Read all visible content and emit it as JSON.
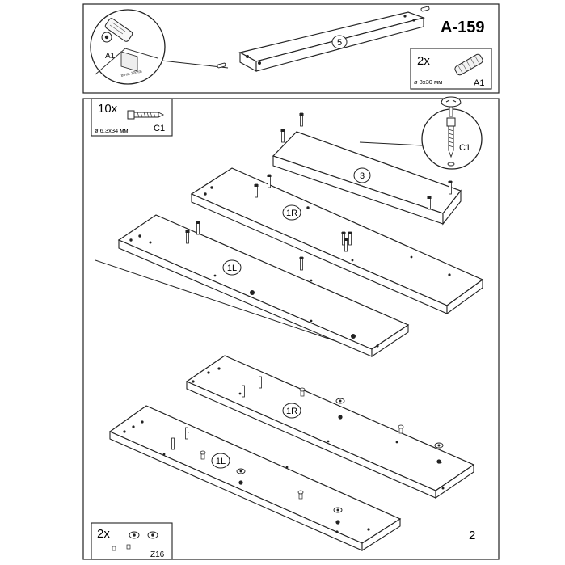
{
  "header": {
    "model_code": "A-159",
    "panel_label": "5",
    "dowel_callout_label": "A1",
    "dowel_callout_dims": "8mm   10mm"
  },
  "dowel_box": {
    "quantity": "2x",
    "size": "ø 8x30 мм",
    "code": "A1"
  },
  "screw_box": {
    "quantity": "10x",
    "size": "ø 6.3x34 мм",
    "code": "C1"
  },
  "screw_callout": {
    "code": "C1"
  },
  "panels_top": {
    "panel_3": "3",
    "panel_1r": "1R",
    "panel_1l": "1L"
  },
  "panels_bottom": {
    "panel_1r": "1R",
    "panel_1l": "1L"
  },
  "glide_box": {
    "quantity": "2x",
    "code": "Z16"
  },
  "page": {
    "number": "2"
  }
}
